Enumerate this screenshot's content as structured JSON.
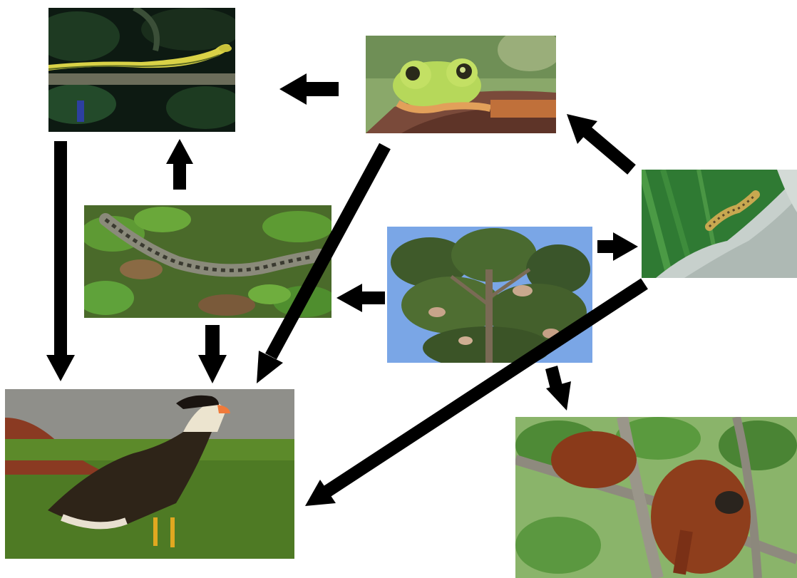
{
  "diagram": {
    "type": "food-web",
    "nodes": [
      {
        "id": "snake",
        "icon": "snake-photo"
      },
      {
        "id": "frog",
        "icon": "tree-frog-photo"
      },
      {
        "id": "caterpillar",
        "icon": "caterpillar-photo"
      },
      {
        "id": "lizard",
        "icon": "lizard-photo"
      },
      {
        "id": "tree",
        "icon": "tree-photo"
      },
      {
        "id": "bird",
        "icon": "caracara-bird-photo"
      },
      {
        "id": "monkey",
        "icon": "howler-monkey-photo"
      }
    ],
    "edges": [
      {
        "from": "frog",
        "to": "snake"
      },
      {
        "from": "lizard",
        "to": "snake"
      },
      {
        "from": "snake",
        "to": "bird"
      },
      {
        "from": "caterpillar",
        "to": "frog"
      },
      {
        "from": "tree",
        "to": "caterpillar"
      },
      {
        "from": "tree",
        "to": "lizard"
      },
      {
        "from": "lizard",
        "to": "bird"
      },
      {
        "from": "frog",
        "to": "bird"
      },
      {
        "from": "caterpillar",
        "to": "bird"
      },
      {
        "from": "tree",
        "to": "monkey"
      }
    ],
    "colors": {
      "arrow": "#000000",
      "background": "#ffffff"
    }
  }
}
